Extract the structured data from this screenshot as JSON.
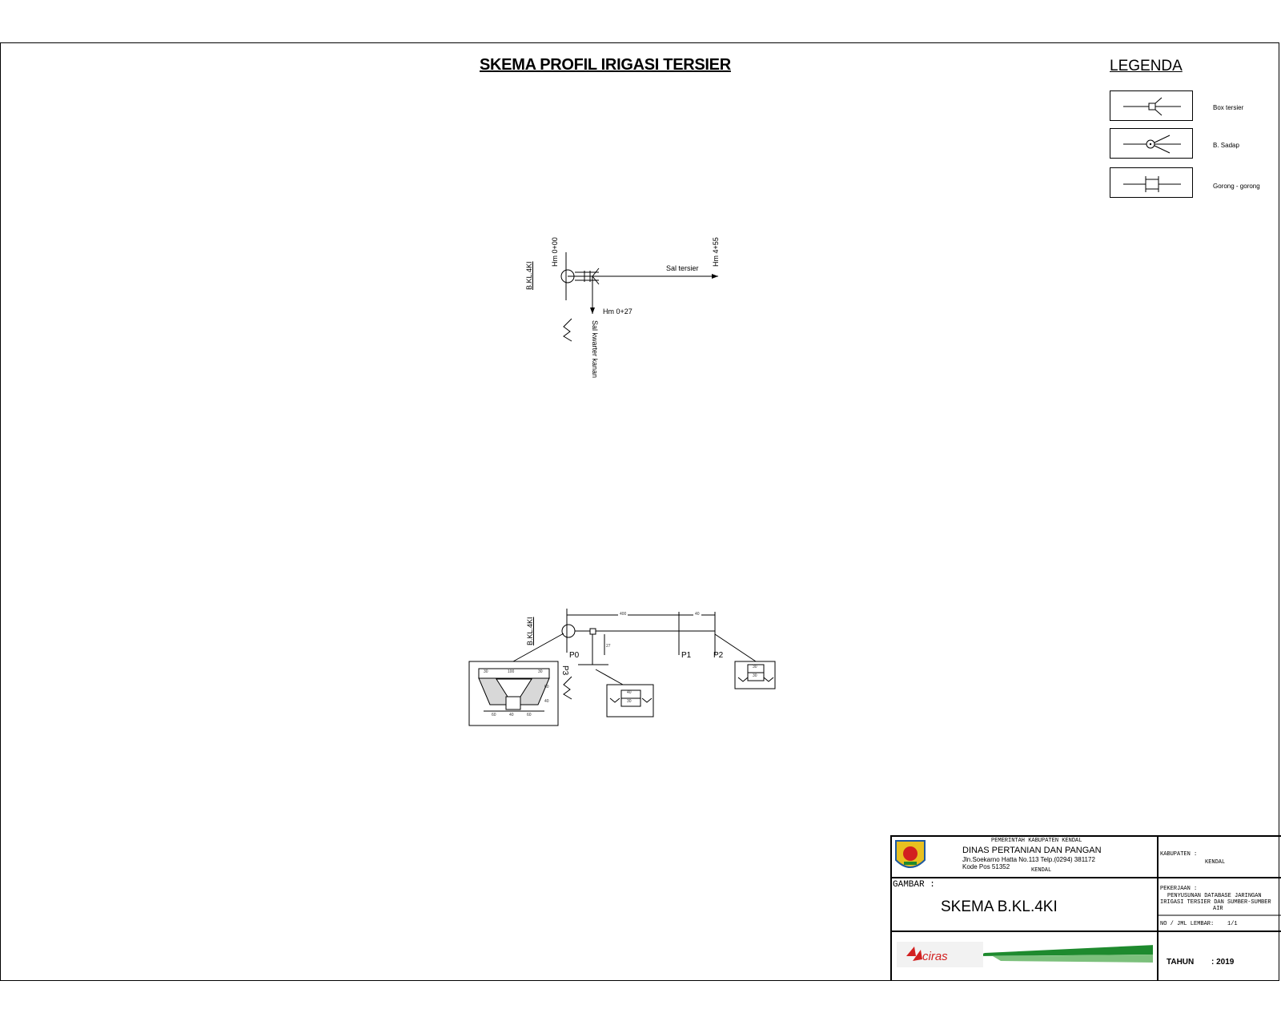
{
  "title": "SKEMA PROFIL IRIGASI TERSIER",
  "legend": {
    "title": "LEGENDA",
    "items": [
      {
        "icon": "box-tersier-symbol",
        "label": "Box tersier"
      },
      {
        "icon": "bangunan-sadap-symbol",
        "label": "B. Sadap"
      },
      {
        "icon": "gorong-gorong-symbol",
        "label": "Gorong - gorong"
      }
    ]
  },
  "schema": {
    "source_label": "B.KL.4KI",
    "hm_start": "Hm 0+00",
    "hm_end": "Hm 4+55",
    "hm_branch": "Hm 0+27",
    "channel_main": "Sal tersier",
    "channel_branch": "Sal kwarter kanan"
  },
  "profile": {
    "source_label": "B.KL.4KI",
    "points": [
      "P0",
      "P1",
      "P2",
      "P3"
    ],
    "dim_main": "400",
    "dim_end": "40",
    "dim_branch": "27",
    "sec1_dims": [
      "30",
      "100",
      "30",
      "60",
      "40",
      "60",
      "40",
      "60"
    ],
    "sec2_dims": [
      "40",
      "30"
    ],
    "sec3_dims": [
      "30",
      "30"
    ]
  },
  "title_block": {
    "gov": "PEMERINTAH KABUPATEN KENDAL",
    "dept": "DINAS PERTANIAN DAN PANGAN",
    "address": "Jln.Soekarno Hatta No.113 Telp.(0294) 381172",
    "postcode": "Kode Pos 51352",
    "city": "KENDAL",
    "kabupaten_label": "KABUPATEN :",
    "kabupaten_value": "KENDAL",
    "gambar_label": "GAMBAR :",
    "gambar_value": "SKEMA B.KL.4KI",
    "pekerjaan_label": "PEKERJAAN :",
    "pekerjaan_value_1": "PENYUSUNAN DATABASE JARINGAN",
    "pekerjaan_value_2": "IRIGASI TERSIER DAN SUMBER-SUMBER",
    "pekerjaan_value_3": "AIR",
    "lembar_label": "NO / JML LEMBAR:",
    "lembar_value": "1/1",
    "tahun_label": "TAHUN",
    "tahun_value": ": 2019",
    "logo_text": "ciras",
    "colors": {
      "green": "#1e8a2e",
      "red": "#d22020",
      "gold": "#e8c020"
    }
  }
}
